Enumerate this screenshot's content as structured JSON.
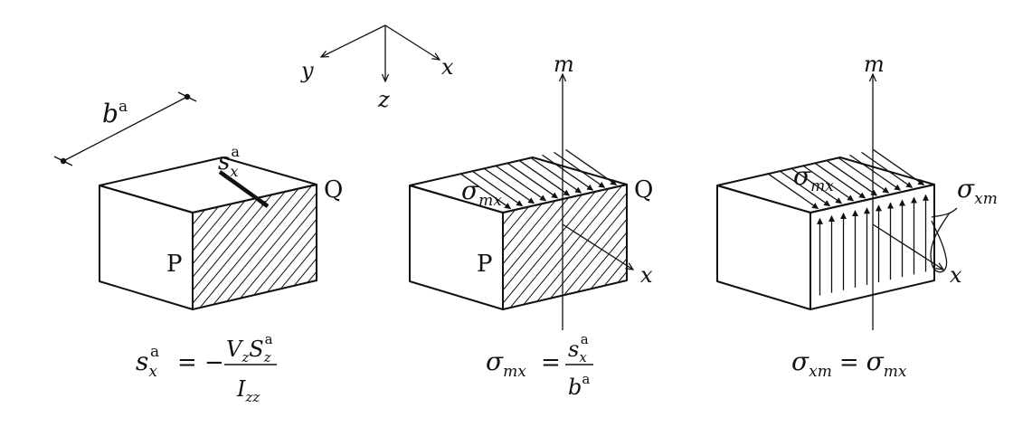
{
  "axes": {
    "x": "x",
    "y": "y",
    "z": "z"
  },
  "width_label": {
    "base": "b",
    "sup": "a"
  },
  "points": {
    "p": "P",
    "q": "Q"
  },
  "m_label": "m",
  "x_label": "x",
  "sigma": {
    "symbol": "σ",
    "mx": "mx",
    "xm": "xm"
  },
  "shear": {
    "base": "s",
    "sub": "x",
    "sup": "a"
  },
  "eq1": {
    "lhs_base": "s",
    "lhs_sub": "x",
    "lhs_sup": "a",
    "eq": "= −",
    "num_v": "V",
    "num_v_sub": "z",
    "num_s": "S",
    "num_s_sub": "z",
    "num_s_sup": "a",
    "den_i": "I",
    "den_i_sub": "zz"
  },
  "eq2": {
    "lhs": "σ",
    "lhs_sub": "mx",
    "eq": "=",
    "num": "s",
    "num_sub": "x",
    "num_sup": "a",
    "den": "b",
    "den_sup": "a"
  },
  "eq3": {
    "lhs": "σ",
    "lhs_sub": "xm",
    "eq": "=",
    "rhs": "σ",
    "rhs_sub": "mx"
  }
}
